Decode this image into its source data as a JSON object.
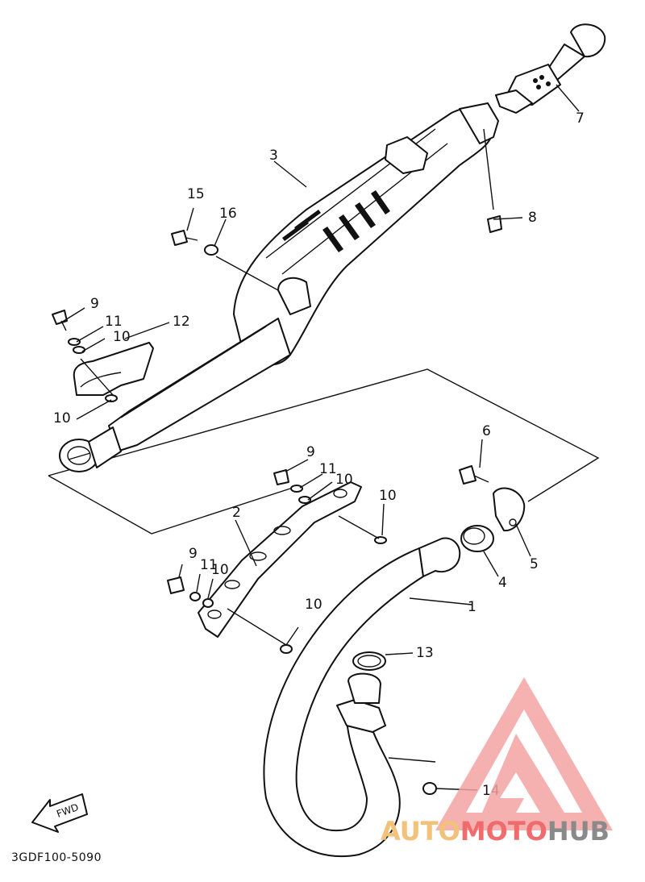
{
  "diagram": {
    "code": "3GDF100-5090",
    "fwd_label": "FWD",
    "callouts": [
      {
        "id": "c1",
        "label": "1"
      },
      {
        "id": "c2",
        "label": "2"
      },
      {
        "id": "c3",
        "label": "3"
      },
      {
        "id": "c4",
        "label": "4"
      },
      {
        "id": "c5",
        "label": "5"
      },
      {
        "id": "c6",
        "label": "6"
      },
      {
        "id": "c7",
        "label": "7"
      },
      {
        "id": "c8",
        "label": "8"
      },
      {
        "id": "c9a",
        "label": "9"
      },
      {
        "id": "c9b",
        "label": "9"
      },
      {
        "id": "c9c",
        "label": "9"
      },
      {
        "id": "c10a",
        "label": "10"
      },
      {
        "id": "c10b",
        "label": "10"
      },
      {
        "id": "c10c",
        "label": "10"
      },
      {
        "id": "c10d",
        "label": "10"
      },
      {
        "id": "c10e",
        "label": "10"
      },
      {
        "id": "c10f",
        "label": "10"
      },
      {
        "id": "c11a",
        "label": "11"
      },
      {
        "id": "c11b",
        "label": "11"
      },
      {
        "id": "c11c",
        "label": "11"
      },
      {
        "id": "c12",
        "label": "12"
      },
      {
        "id": "c13",
        "label": "13"
      },
      {
        "id": "c14",
        "label": "14"
      },
      {
        "id": "c15",
        "label": "15"
      },
      {
        "id": "c16",
        "label": "16"
      }
    ]
  },
  "watermark": {
    "part1": "AUTO",
    "part2": "MOTO",
    "part3": "HUB",
    "colors": {
      "auto": "#f2c27a",
      "moto": "#f06b6b",
      "hub": "#8a8a8a",
      "logo": "#f4a3a3"
    }
  }
}
